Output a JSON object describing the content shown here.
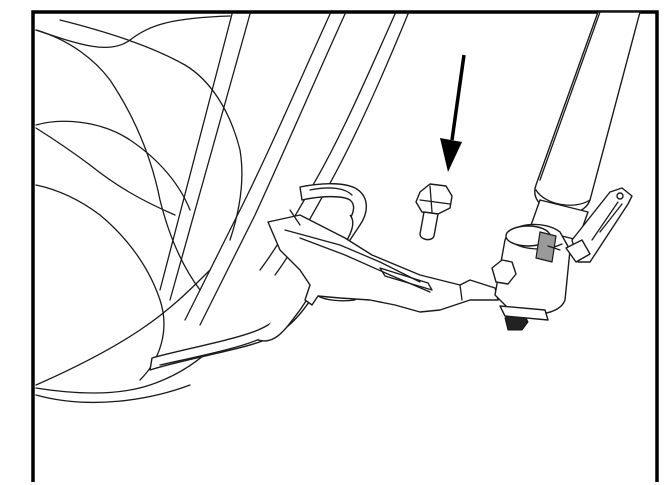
{
  "figure": {
    "kind": "assembly-illustration",
    "frame_color": "#000000",
    "line_color": "#1a1a1a",
    "background": "#ffffff",
    "parts": [
      {
        "name": "seat-frame-tube",
        "icon": "tube"
      },
      {
        "name": "mounting-bracket",
        "icon": "bracket"
      },
      {
        "name": "gas-spring",
        "icon": "cylinder"
      },
      {
        "name": "pivot-clip",
        "icon": "clip"
      },
      {
        "name": "hex-bolt",
        "icon": "bolt"
      },
      {
        "name": "insertion-arrow",
        "icon": "arrow-down"
      }
    ]
  }
}
